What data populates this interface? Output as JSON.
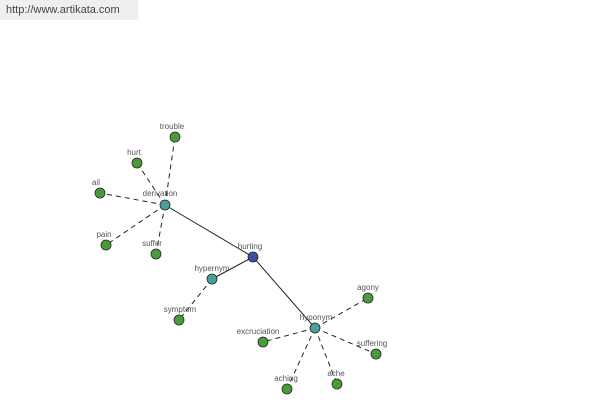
{
  "site": {
    "url": "http://www.artikata.com"
  },
  "graph": {
    "nodes": [
      {
        "id": "hurting",
        "label": "hurting",
        "kind": "root"
      },
      {
        "id": "derivation",
        "label": "derivation",
        "kind": "hub"
      },
      {
        "id": "hypernym",
        "label": "hypernym",
        "kind": "hub"
      },
      {
        "id": "hyponym",
        "label": "hyponym",
        "kind": "hub"
      },
      {
        "id": "trouble",
        "label": "trouble",
        "kind": "leaf"
      },
      {
        "id": "hurt",
        "label": "hurt",
        "kind": "leaf"
      },
      {
        "id": "ail",
        "label": "ail",
        "kind": "leaf"
      },
      {
        "id": "pain",
        "label": "pain",
        "kind": "leaf"
      },
      {
        "id": "suffer",
        "label": "suffer",
        "kind": "leaf"
      },
      {
        "id": "symptom",
        "label": "symptom",
        "kind": "leaf"
      },
      {
        "id": "agony",
        "label": "agony",
        "kind": "leaf"
      },
      {
        "id": "excruciation",
        "label": "excruciation",
        "kind": "leaf"
      },
      {
        "id": "suffering",
        "label": "suffering",
        "kind": "leaf"
      },
      {
        "id": "aching",
        "label": "aching",
        "kind": "leaf"
      },
      {
        "id": "ache",
        "label": "ache",
        "kind": "leaf"
      }
    ],
    "edges": [
      {
        "from": "hurting",
        "to": "derivation",
        "style": "solid"
      },
      {
        "from": "hurting",
        "to": "hypernym",
        "style": "solid"
      },
      {
        "from": "hurting",
        "to": "hyponym",
        "style": "solid"
      },
      {
        "from": "derivation",
        "to": "trouble",
        "style": "dashed"
      },
      {
        "from": "derivation",
        "to": "hurt",
        "style": "dashed"
      },
      {
        "from": "derivation",
        "to": "ail",
        "style": "dashed"
      },
      {
        "from": "derivation",
        "to": "pain",
        "style": "dashed"
      },
      {
        "from": "derivation",
        "to": "suffer",
        "style": "dashed"
      },
      {
        "from": "hypernym",
        "to": "symptom",
        "style": "dashed"
      },
      {
        "from": "hyponym",
        "to": "agony",
        "style": "dashed"
      },
      {
        "from": "hyponym",
        "to": "excruciation",
        "style": "dashed"
      },
      {
        "from": "hyponym",
        "to": "suffering",
        "style": "dashed"
      },
      {
        "from": "hyponym",
        "to": "aching",
        "style": "dashed"
      },
      {
        "from": "hyponym",
        "to": "ache",
        "style": "dashed"
      }
    ],
    "colors": {
      "root": "#3c4fa0",
      "hub": "#4f9c9c",
      "leaf": "#4c9a3c",
      "edge": "#222222",
      "outline": "#1d2a1d"
    }
  }
}
